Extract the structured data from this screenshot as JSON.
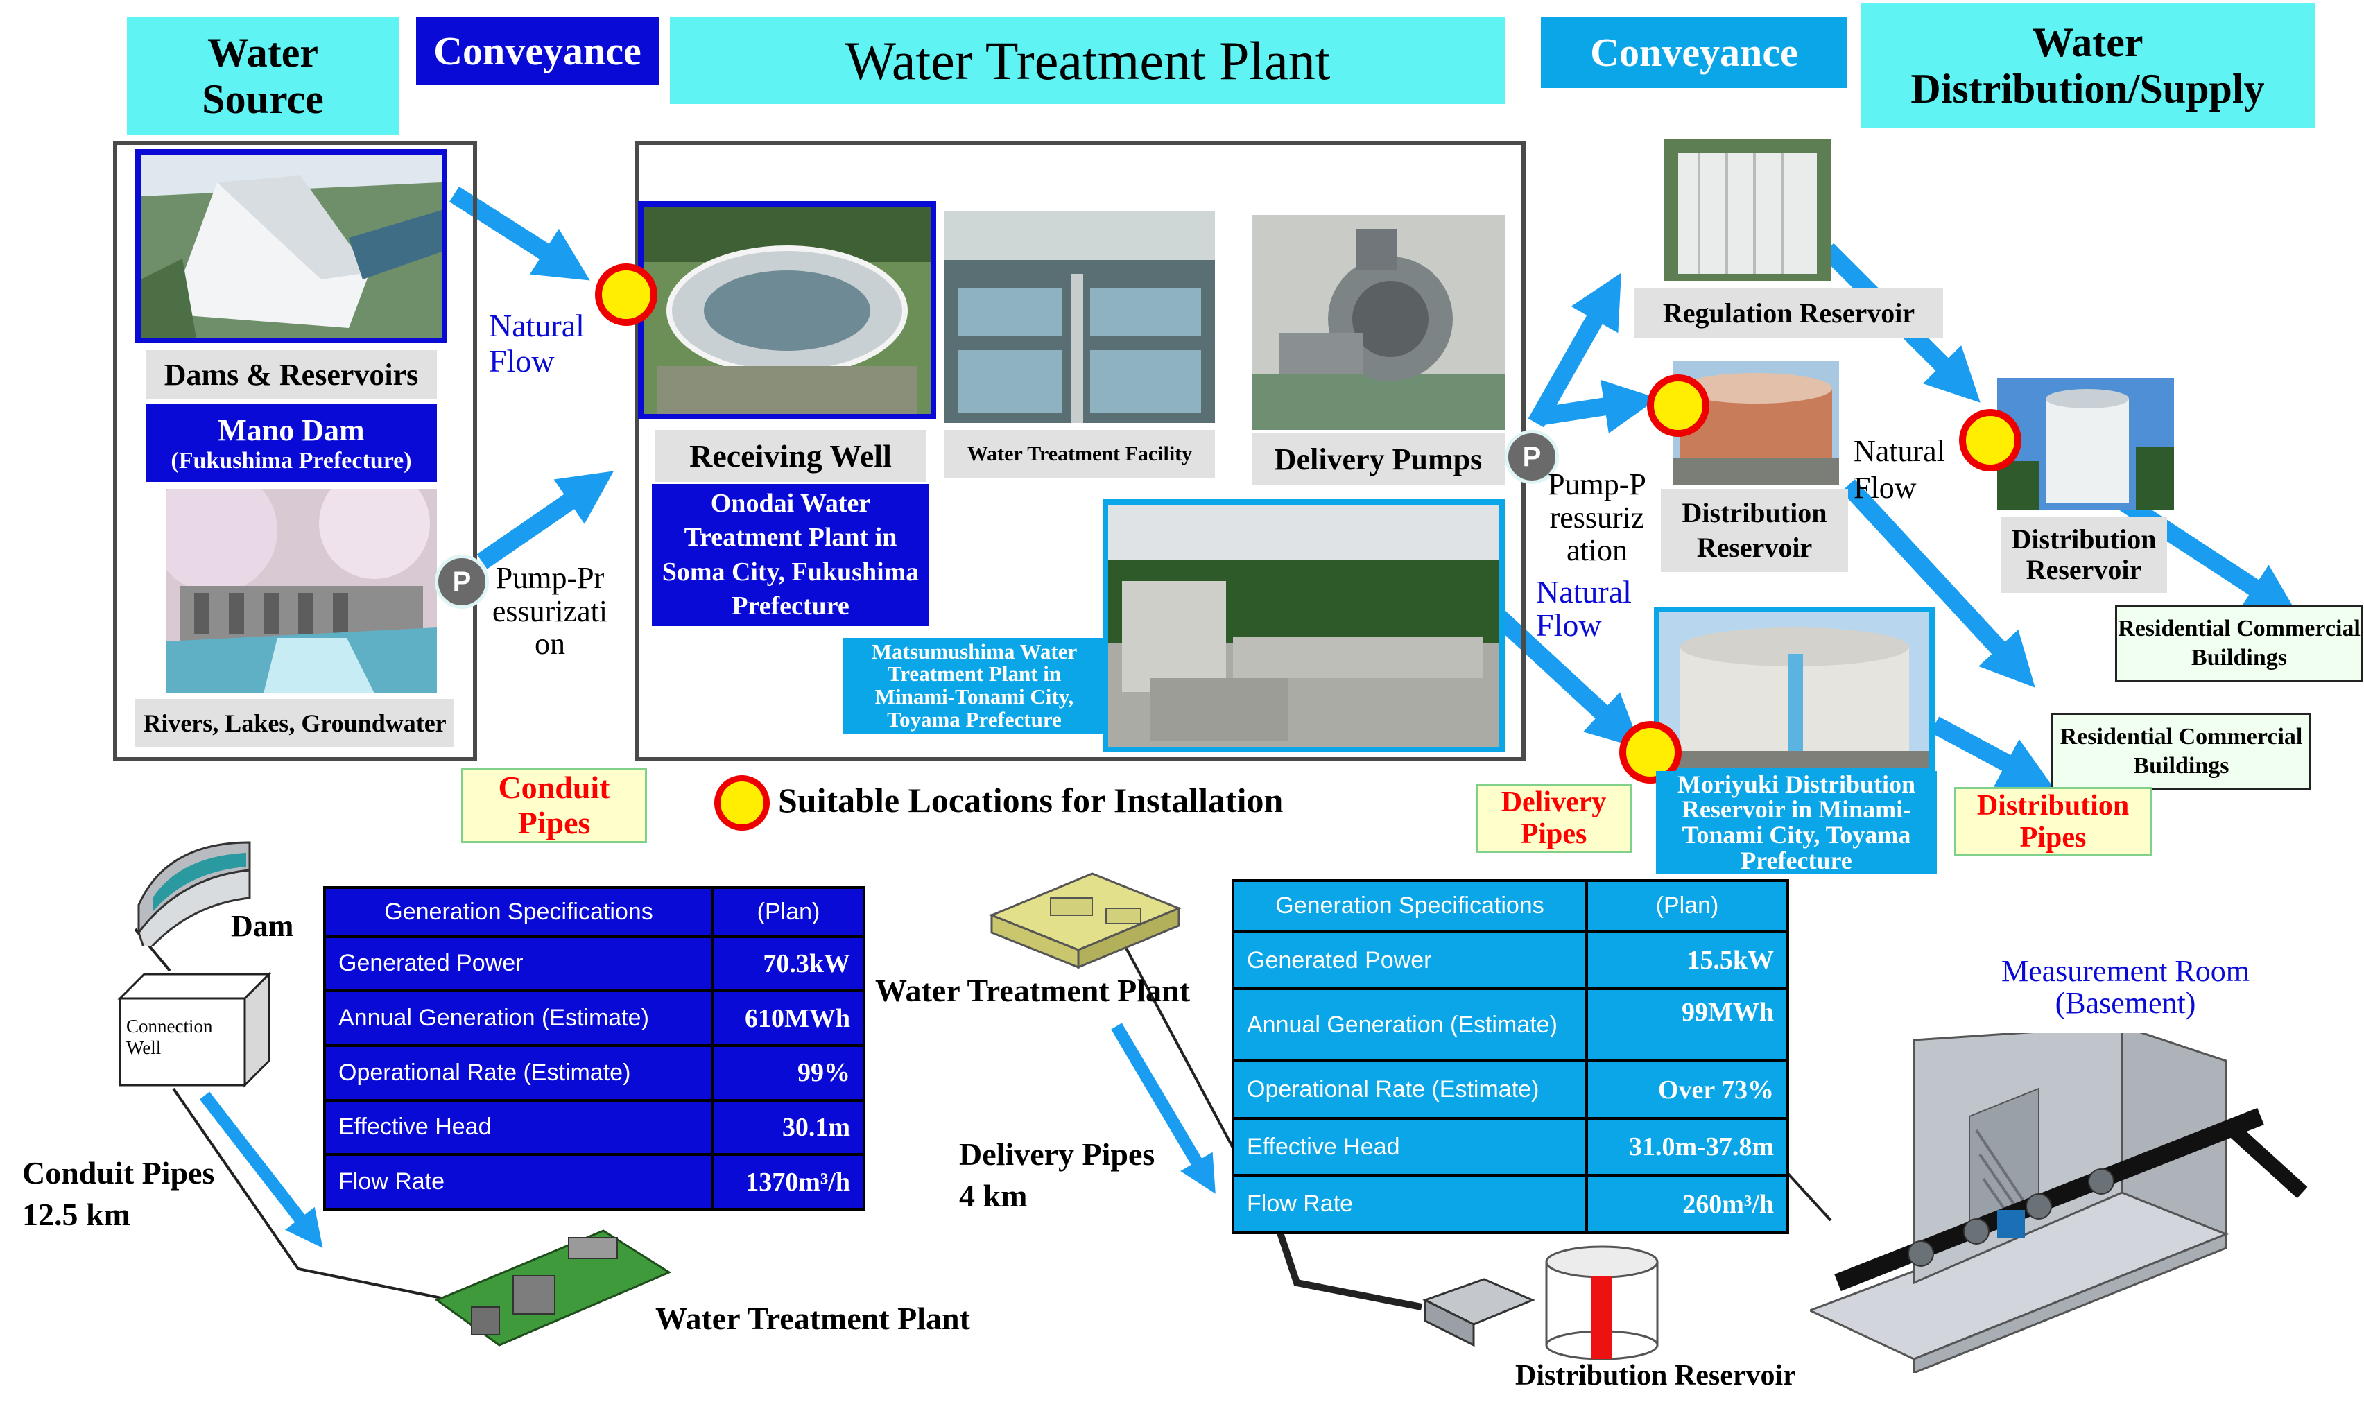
{
  "headers": {
    "water_source": "Water Source",
    "conveyance_1": "Conveyance",
    "treatment_plant": "Water Treatment Plant",
    "conveyance_2": "Conveyance",
    "distribution_supply": "Water Distribution/Supply"
  },
  "source": {
    "dams_label": "Dams & Reservoirs",
    "mano_dam": "Mano Dam",
    "mano_pref": "(Fukushima Prefecture)",
    "rivers_label": "Rivers, Lakes, Groundwater"
  },
  "flows": {
    "natural_flow_1": "Natural Flow",
    "pump_1": "Pump-Pressurization",
    "pump_2": "Pump-Pressurization",
    "natural_flow_2": "Natural Flow",
    "natural_flow_3": "Natural Flow",
    "p_symbol": "P"
  },
  "plant": {
    "receiving_well": "Receiving Well",
    "treatment_facility": "Water Treatment Facility",
    "delivery_pumps": "Delivery Pumps",
    "onodai": "Onodai Water Treatment Plant in Soma City, Fukushima Prefecture",
    "matsumushima": "Matsumushima Water Treatment Plant in Minami-Tonami City, Toyama Prefecture"
  },
  "distribution": {
    "regulation_reservoir": "Regulation Reservoir",
    "distribution_reservoir_1": "Distribution Reservoir",
    "distribution_reservoir_2": "Distribution Reservoir",
    "moriyuki": "Moriyuki Distribution Reservoir in Minami-Tonami City, Toyama Prefecture",
    "res_comm_1": "Residential Commercial Buildings",
    "res_comm_2": "Residential Commercial Buildings"
  },
  "pipes": {
    "conduit": "Conduit Pipes",
    "delivery": "Delivery Pipes",
    "distribution": "Distribution Pipes"
  },
  "legend": {
    "suitable": "Suitable Locations for Installation"
  },
  "left_diagram": {
    "dam": "Dam",
    "connection_well": "Connection Well",
    "conduit_pipes": "Conduit Pipes",
    "conduit_length": "12.5 km",
    "plant": "Water Treatment Plant"
  },
  "right_diagram": {
    "plant": "Water Treatment Plant",
    "delivery_pipes": "Delivery Pipes",
    "delivery_length": "4 km",
    "measurement_room": "Measurement Room (Basement)",
    "distribution_reservoir": "Distribution Reservoir"
  },
  "spec_left": {
    "header": [
      "Generation Specifications",
      "(Plan)"
    ],
    "rows": [
      [
        "Generated Power",
        "70.3kW"
      ],
      [
        "Annual Generation (Estimate)",
        "610MWh"
      ],
      [
        "Operational Rate (Estimate)",
        "99%"
      ],
      [
        "Effective Head",
        "30.1m"
      ],
      [
        "Flow Rate",
        "1370m³/h"
      ]
    ]
  },
  "spec_right": {
    "header": [
      "Generation Specifications",
      "(Plan)"
    ],
    "rows": [
      [
        "Generated Power",
        "15.5kW"
      ],
      [
        "Annual Generation (Estimate)",
        "99MWh"
      ],
      [
        "Operational Rate (Estimate)",
        "Over 73%"
      ],
      [
        "Effective Head",
        "31.0m-37.8m"
      ],
      [
        "Flow Rate",
        "260m³/h"
      ]
    ]
  },
  "colors": {
    "dark_blue": "#0a0ad6",
    "sky_blue": "#0aa6e8",
    "cyan": "#5ff3f3",
    "arrow": "#1a9df0",
    "red": "#ee0000",
    "yellow": "#ffee00"
  }
}
